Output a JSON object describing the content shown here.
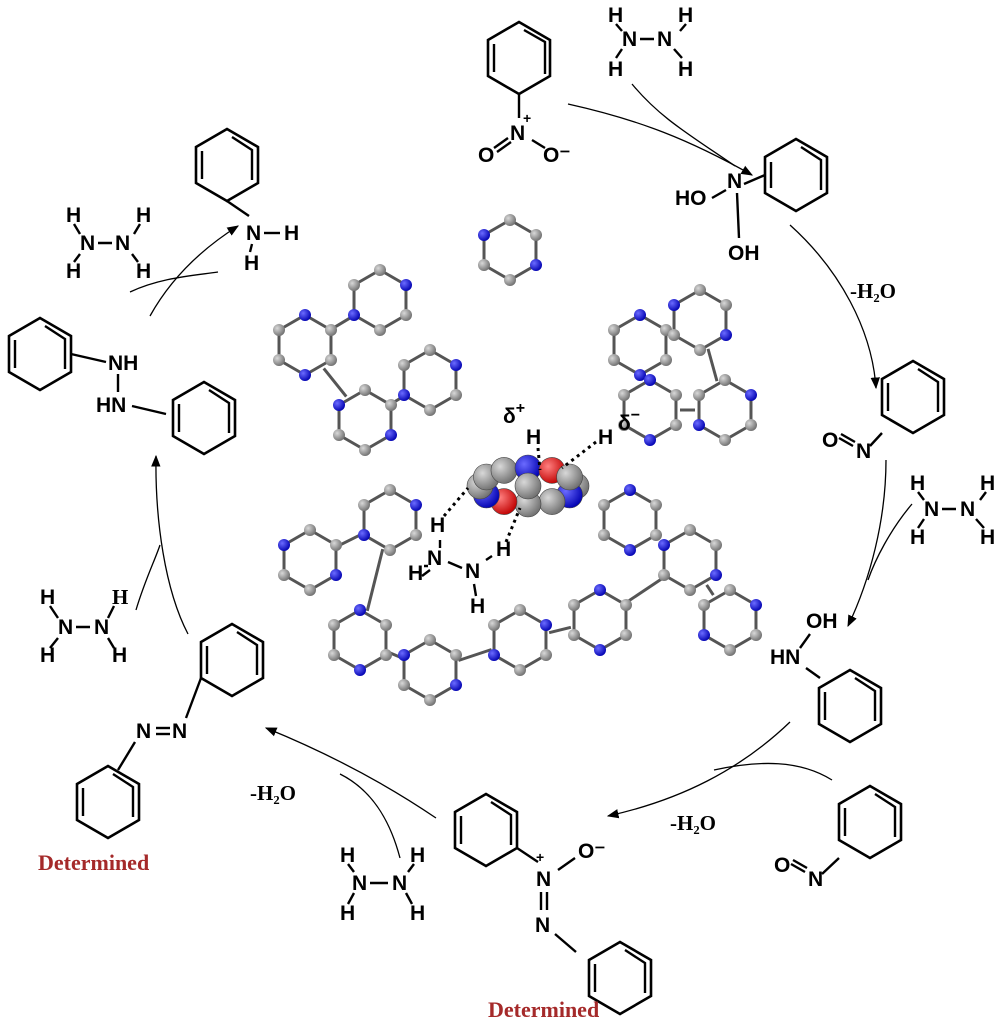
{
  "labels": {
    "determined_left": "Determined",
    "determined_bottom": "Determined",
    "minus_h2o_right": "-H₂O",
    "minus_h2o_bottom_right": "-H₂O",
    "minus_h2o_bottom_left": "-H₂O",
    "delta_plus": "δ+",
    "delta_minus": "δ−"
  },
  "colors": {
    "carbon": "#8c8c8c",
    "nitrogen": "#1a1aff",
    "oxygen": "#ff1a1a",
    "determined_text": "#a52a2a"
  },
  "atoms": {
    "H": "H",
    "N": "N",
    "O": "O",
    "NH": "NH",
    "HN": "HN",
    "OH": "OH",
    "HO": "HO",
    "O_minus": "O⁻",
    "plus": "+",
    "minus": "−"
  }
}
